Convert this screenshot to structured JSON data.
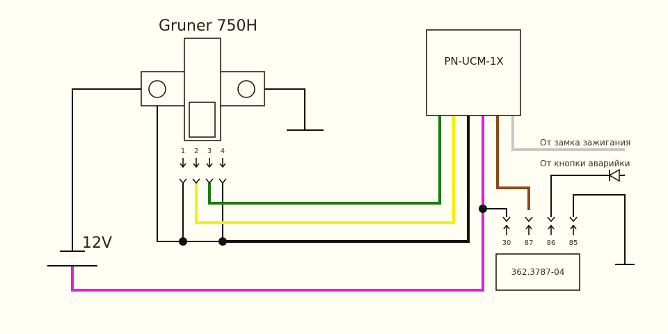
{
  "title": "Gruner 750H",
  "module_label": "PN-UCM-1X",
  "relay_label": "362.3787-04",
  "battery_label": "12V",
  "ignition_label": "От замка зажигания",
  "hazard_label": "От кнопки аварийки",
  "gruner_pins": [
    "1",
    "2",
    "3",
    "4"
  ],
  "relay_pins": [
    "30",
    "87",
    "86",
    "85"
  ],
  "colors": {
    "background": "#fefef2",
    "green": "#1a7a14",
    "yellow": "#f2f200",
    "black": "#111111",
    "magenta": "#e21ee0",
    "brown": "#8a4a1a",
    "gray": "#c8c8c8"
  }
}
